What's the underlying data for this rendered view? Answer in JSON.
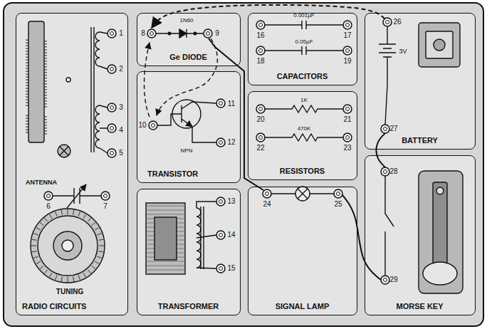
{
  "diagram": {
    "nodes": [
      {
        "text": [
          "RADIO CIRCUITS"
        ]
      },
      {
        "text": [
          "Ge DIODE"
        ]
      },
      {
        "text": [
          "TRANSISTOR"
        ]
      },
      {
        "text": [
          "TRANSFORMER"
        ]
      },
      {
        "text": [
          "CAPACITORS"
        ]
      },
      {
        "text": [
          "RESISTORS"
        ]
      },
      {
        "text": [
          "SIGNAL LAMP"
        ]
      },
      {
        "text": [
          "BATTERY"
        ]
      },
      {
        "text": [
          "MORSE KEY"
        ]
      }
    ],
    "edges": [
      {
        "from": 7,
        "to": 1,
        "arrow": "to"
      },
      {
        "from": 6,
        "to": 1,
        "arrow": "none"
      },
      {
        "from": 7,
        "to": 8,
        "arrow": "none"
      },
      {
        "from": 8,
        "to": 6,
        "arrow": "none"
      }
    ],
    "labels": [
      "1",
      "2",
      "3",
      "4",
      "5",
      "6",
      "7",
      "ANTENNA",
      "TUNING",
      "1N60",
      "8",
      "9",
      "10",
      "11",
      "12",
      "NPN",
      "13",
      "14",
      "15",
      "16",
      "17",
      "0.001µF",
      "18",
      "19",
      "0.05µF",
      "20",
      "21",
      "1K",
      "22",
      "23",
      "470K",
      "3V",
      "24",
      "25",
      "26",
      "27",
      "28",
      "29"
    ]
  }
}
